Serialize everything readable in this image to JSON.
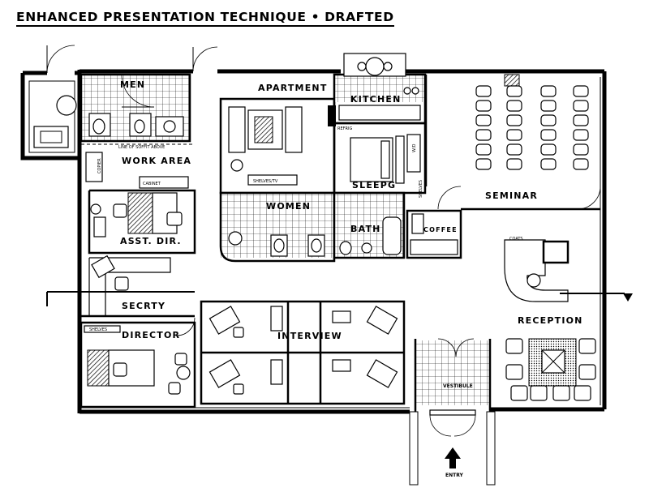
{
  "title": "ENHANCED PRESENTATION TECHNIQUE • DRAFTED",
  "rooms": {
    "men": "MEN",
    "apartment": "APARTMENT",
    "kitchen": "KITCHEN",
    "work_area": "WORK AREA",
    "sleeping": "SLEEPG",
    "seminar": "SEMINAR",
    "women": "WOMEN",
    "bath": "BATH",
    "coffee": "COFFEE",
    "asst_dir": "ASST. DIR.",
    "secretary": "SECRTY",
    "director": "DIRECTOR",
    "interview": "INTERVIEW",
    "reception": "RECEPTION",
    "vestibule": "VESTIBULE",
    "entry": "ENTRY"
  },
  "notes": {
    "soffit": "LINE OF SOFFIT ABOVE",
    "copier": "COPIER",
    "cabinet": "CABINET",
    "shelves_tv": "SHELVES/TV",
    "shelves": "SHELVES",
    "coats": "COATS",
    "refrig": "REFRIG",
    "shelves_side": "SHELVES",
    "washer_dryer": "W/D"
  },
  "colors": {
    "ink": "#000000",
    "paper": "#ffffff",
    "hatch": "#000000"
  }
}
